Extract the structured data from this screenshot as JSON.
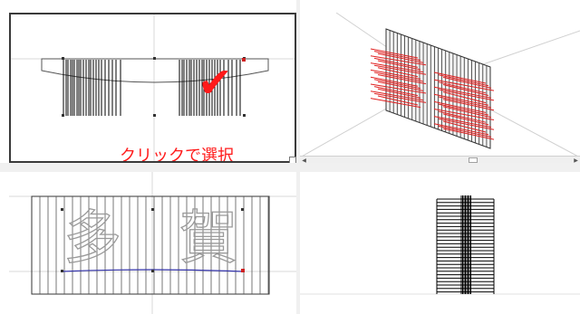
{
  "annotation": {
    "select_text": "クリックで選択",
    "check_mark": "✔"
  },
  "viewports": [
    {
      "id": "top-left",
      "view": "front",
      "active": true
    },
    {
      "id": "top-right",
      "view": "perspective",
      "active": false
    },
    {
      "id": "bottom-left",
      "view": "front-sign",
      "active": false
    },
    {
      "id": "bottom-right",
      "view": "side",
      "active": false
    }
  ],
  "colors": {
    "accent": "#ff1a1a",
    "selection_outline": "#3a3a3a",
    "lines": "#000000",
    "guides": "#cccccc",
    "path_blue": "#3333aa",
    "highlight_red": "#e02020"
  },
  "icons": {
    "maximize": "maximize-icon",
    "scroll_left": "arrow-left-icon",
    "scroll_right": "arrow-right-icon"
  }
}
